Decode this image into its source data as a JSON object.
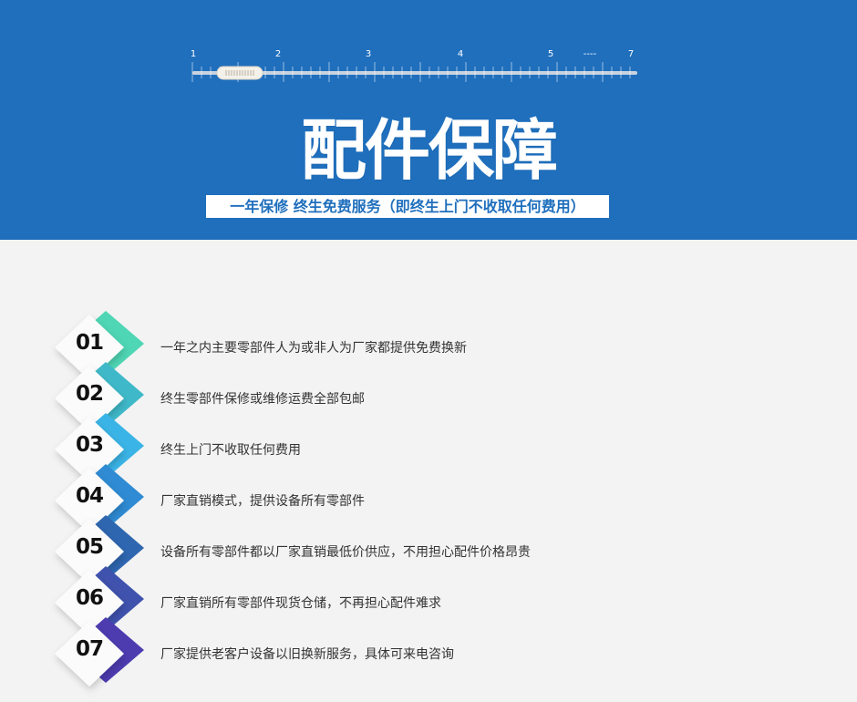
{
  "banner": {
    "ruler_labels": [
      "1",
      "2",
      "3",
      "4",
      "5",
      "----",
      "7"
    ],
    "title": "配件保障",
    "subtitle": "一年保修 终生免费服务（即终生上门不收取任何费用）"
  },
  "colors": {
    "banner_bg": "#1f6fbd",
    "page_bg": "#f3f3f3",
    "accents": [
      "#4fd6b4",
      "#3fb9c9",
      "#3ab4e6",
      "#2f8bd3",
      "#2e66b0",
      "#3f52ad",
      "#4c3cb0"
    ]
  },
  "items": [
    {
      "number": "01",
      "text": "一年之内主要零部件人为或非人为厂家都提供免费换新"
    },
    {
      "number": "02",
      "text": "终生零部件保修或维修运费全部包邮"
    },
    {
      "number": "03",
      "text": "终生上门不收取任何费用"
    },
    {
      "number": "04",
      "text": "厂家直销模式，提供设备所有零部件"
    },
    {
      "number": "05",
      "text": "设备所有零部件都以厂家直销最低价供应，不用担心配件价格昂贵"
    },
    {
      "number": "06",
      "text": "厂家直销所有零部件现货仓储，不再担心配件难求"
    },
    {
      "number": "07",
      "text": "厂家提供老客户设备以旧换新服务，具体可来电咨询"
    }
  ]
}
